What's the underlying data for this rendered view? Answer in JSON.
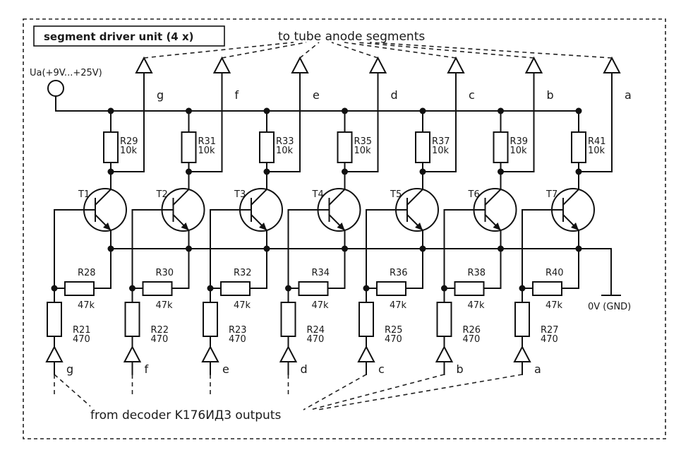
{
  "title": "segment driver unit (4 x)",
  "supply_label": "Ua(+9V...+25V)",
  "ground_label": "0V (GND)",
  "top_caption": "to tube anode segments",
  "bottom_caption": "from decoder K176ИД3 outputs",
  "stages": [
    {
      "segment": "g",
      "transistor": "T1",
      "collector_resistor": "R29",
      "collector_value": "10k",
      "base_resistor": "R28",
      "base_value": "47k",
      "input_resistor": "R21",
      "input_value": "470"
    },
    {
      "segment": "f",
      "transistor": "T2",
      "collector_resistor": "R31",
      "collector_value": "10k",
      "base_resistor": "R30",
      "base_value": "47k",
      "input_resistor": "R22",
      "input_value": "470"
    },
    {
      "segment": "e",
      "transistor": "T3",
      "collector_resistor": "R33",
      "collector_value": "10k",
      "base_resistor": "R32",
      "base_value": "47k",
      "input_resistor": "R23",
      "input_value": "470"
    },
    {
      "segment": "d",
      "transistor": "T4",
      "collector_resistor": "R35",
      "collector_value": "10k",
      "base_resistor": "R34",
      "base_value": "47k",
      "input_resistor": "R24",
      "input_value": "470"
    },
    {
      "segment": "c",
      "transistor": "T5",
      "collector_resistor": "R37",
      "collector_value": "10k",
      "base_resistor": "R36",
      "base_value": "47k",
      "input_resistor": "R25",
      "input_value": "470"
    },
    {
      "segment": "b",
      "transistor": "T6",
      "collector_resistor": "R39",
      "collector_value": "10k",
      "base_resistor": "R38",
      "base_value": "47k",
      "input_resistor": "R26",
      "input_value": "470"
    },
    {
      "segment": "a",
      "transistor": "T7",
      "collector_resistor": "R41",
      "collector_value": "10k",
      "base_resistor": "R40",
      "base_value": "47k",
      "input_resistor": "R27",
      "input_value": "470"
    }
  ]
}
